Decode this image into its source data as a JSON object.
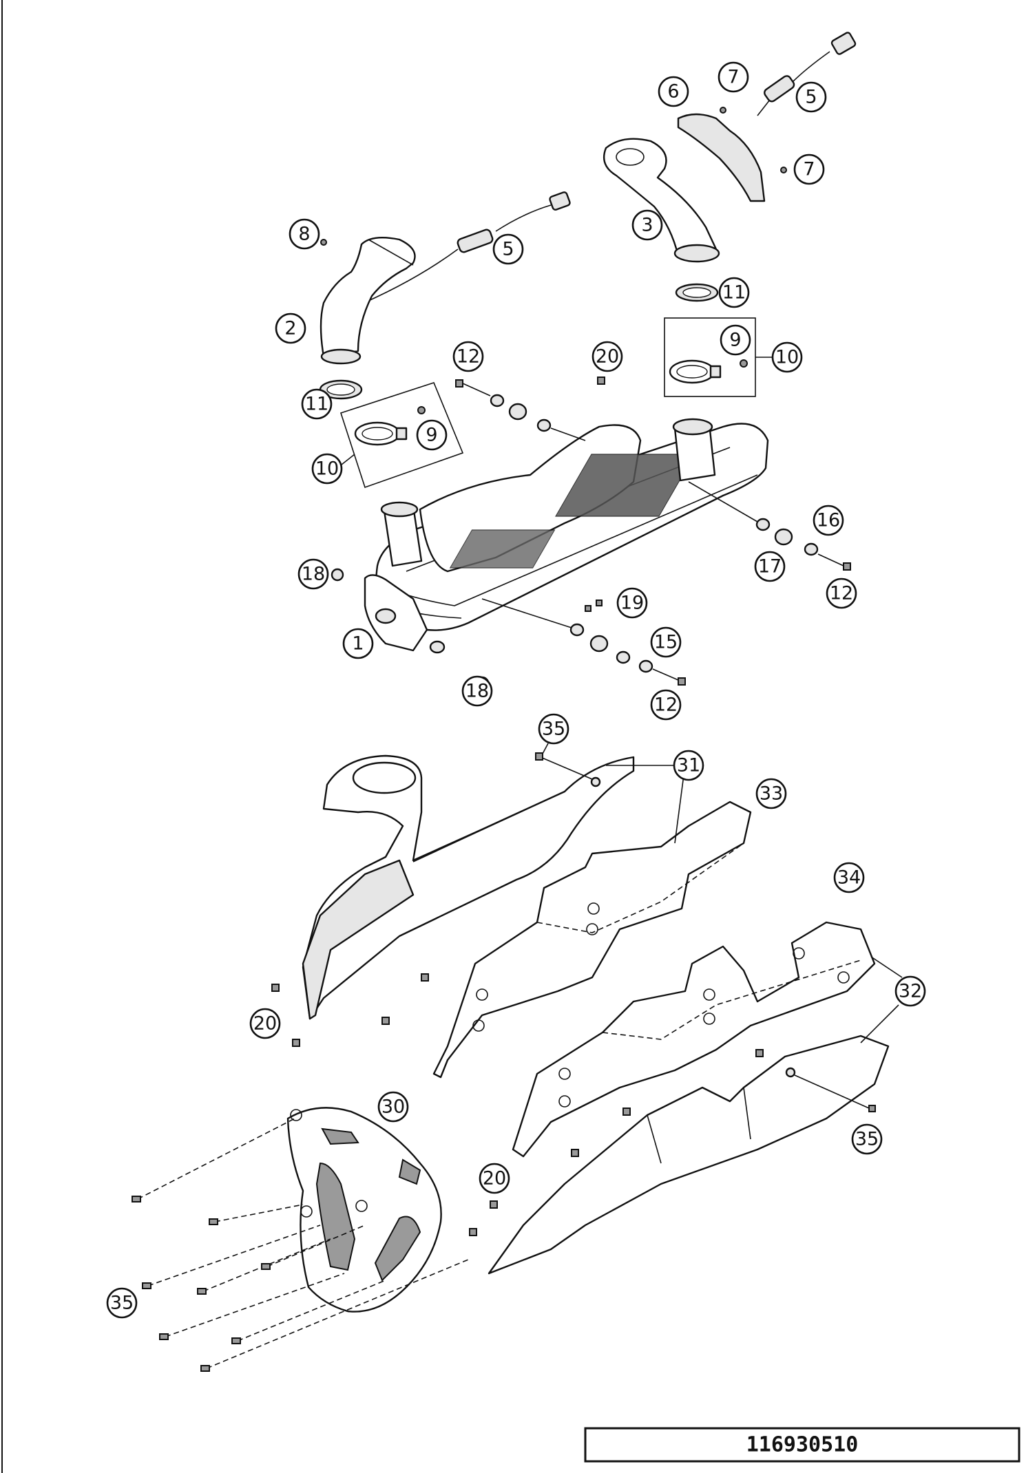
{
  "diagram": {
    "reference_number": "116930510",
    "callouts": {
      "c1": "1",
      "c2": "2",
      "c3": "3",
      "c5a": "5",
      "c5b": "5",
      "c6": "6",
      "c7a": "7",
      "c7b": "7",
      "c8": "8",
      "c9a": "9",
      "c9b": "9",
      "c10a": "10",
      "c10b": "10",
      "c11a": "11",
      "c11b": "11",
      "c12a": "12",
      "c12b": "12",
      "c12c": "12",
      "c15": "15",
      "c16": "16",
      "c17": "17",
      "c18a": "18",
      "c18b": "18",
      "c19": "19",
      "c20a": "20",
      "c20b": "20",
      "c20c": "20",
      "c30": "30",
      "c31": "31",
      "c32": "32",
      "c33": "33",
      "c34": "34",
      "c35a": "35",
      "c35b": "35",
      "c35c": "35"
    }
  }
}
